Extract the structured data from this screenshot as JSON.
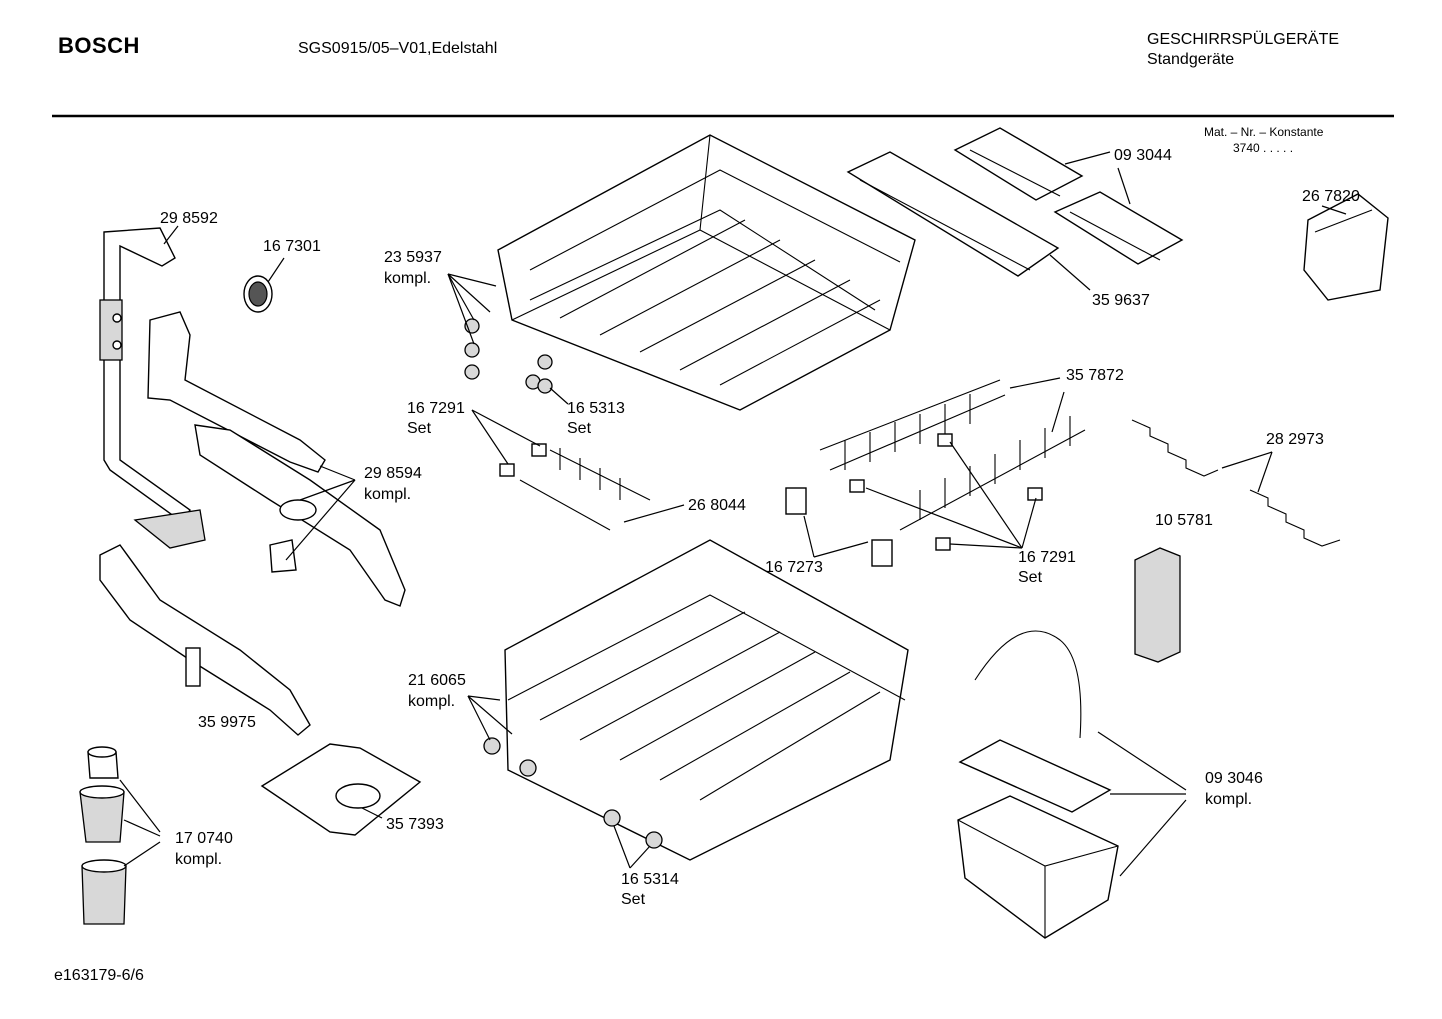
{
  "header": {
    "brand": "BOSCH",
    "model": "SGS0915/05–V01,Edelstahl",
    "category_line1": "GESCHIRRSPÜLGERÄTE",
    "category_line2": "Standgeräte"
  },
  "matnr": {
    "title": "Mat. – Nr. – Konstante",
    "value": "3740  .   .   .  .  ."
  },
  "labels": {
    "p298592": "29 8592",
    "p167301": "16 7301",
    "p235937": "23 5937",
    "p235937_note": "kompl.",
    "p093044": "09 3044",
    "p359637": "35 9637",
    "p267820": "26 7820",
    "p167291_left": "16 7291",
    "p167291_left_note": "Set",
    "p165313": "16 5313",
    "p165313_note": "Set",
    "p357872": "35 7872",
    "p282973": "28 2973",
    "p298594": "29 8594",
    "p298594_note": "kompl.",
    "p268044": "26 8044",
    "p105781": "10 5781",
    "p167273": "16 7273",
    "p167291_right": "16 7291",
    "p167291_right_note": "Set",
    "p216065": "21 6065",
    "p216065_note": "kompl.",
    "p359975": "35 9975",
    "p357393": "35 7393",
    "p170740": "17 0740",
    "p170740_note": "kompl.",
    "p093046": "09 3046",
    "p093046_note": "kompl.",
    "p165314": "16 5314",
    "p165314_note": "Set"
  },
  "footer": {
    "doc_id": "e163179-6/6"
  }
}
